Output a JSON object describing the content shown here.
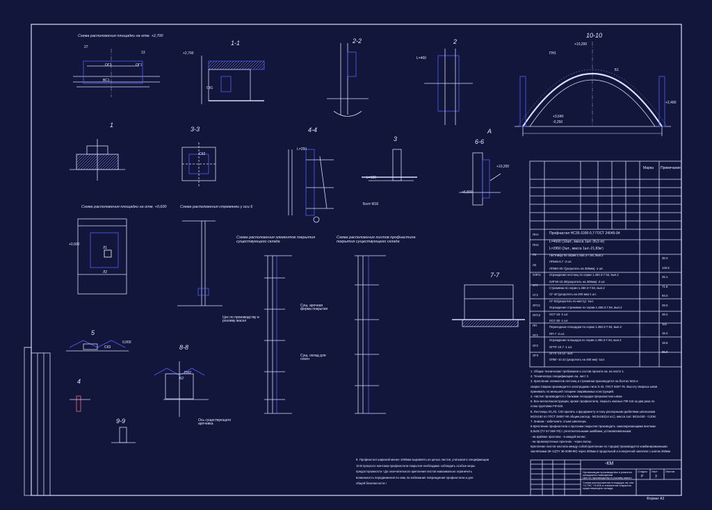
{
  "titles": {
    "plat_2700": "Схема расположения площадки на отм. +2,700",
    "plat_0600": "Схема расположения площадки на отм. +0,600",
    "stremyanki": "Схема расположения стремянки у оси 6",
    "elements_pokr": "Схема расположения элементов покрытия существующего склада",
    "listy_prof": "Схема расположения листов профнастила покрытия существующего склада"
  },
  "sections": [
    "1-1",
    "2-2",
    "2",
    "10-10",
    "1",
    "3-3",
    "4-4",
    "3",
    "6-6",
    "4",
    "7-7",
    "8-8",
    "9-9",
    "5",
    "А"
  ],
  "spec": {
    "header": [
      "Марка",
      "Примечание"
    ],
    "rows": [
      "Лестницы по серии 1.450.3-7.94, вып.2",
      "ЛГВ45-6.7 -2 шт.",
      "ЛГВ60-30.7(укоротить на 300мм) -1 шт.",
      "Ограждения лестниц по серии 1.450.3-7.94, вып.2",
      "ОЛГ60-10.30(укоротить на 300мм) -2 шт.",
      "Стремянки по серии 1.450.3-7.94, вып.2",
      "СГ-40 (укоротить на 200 мм)-1 шт.",
      "СГ-52(укоротить по месту) -1шт.",
      "Ограждения стремянки по серии 1.450.3-7.94, вып.2",
      "ОСГ-18 -1 шт.",
      "ОСГ-30 -1 шт.",
      "Переходные площадки по серии 1.450.3-7.94, вып.2",
      "ПП-7 -2 шт.",
      "Ограждения площадок по серии 1.450.3-7.94, вып.2",
      "ОГПГ-10.7 -1 шт.",
      "ОГПГ-10.12 -1шт.",
      "ОПБГ-10.42 (укоротить на 400 мм) -1шт."
    ],
    "marks": [
      "ПН1",
      "ПН2",
      "Л1",
      "Л2",
      "ОЛП1",
      "СГ1",
      "СГ2",
      "ОГС1",
      "ОГС2",
      "ПП",
      "ОГ1",
      "ОГ2",
      "ОГ3"
    ],
    "masses": [
      "38.3",
      "125.6",
      "25.1",
      "71.6",
      "94.0",
      "29.0",
      "48.2",
      "161",
      "15.2",
      "18.6",
      "55.9"
    ],
    "profnastil": "Профнастил НС35-1000-0,7 ГОСТ 24045-94",
    "pn1": "L=4500  (10шт., масса 1шт.-35,5 кг)",
    "pn2": "L=2950  (2шт., масса 1шт.-21,83кг)"
  },
  "notes": [
    "1. Общие технические требования и состав проекта см. на листе 1.",
    "2. Техническую спецификацию см. лист 2.",
    "3. Крепление элементов лестниц и стремянки производится на болтах М16 и",
    "сварке.Сварка производится электродами типа Э-42, ГОСТ 9467-75. Высоту сварных швов",
    "принимать по меньшей толщине свариваемых конструкций.",
    "4. Настил производится с балками площадки прерывистым швом.",
    "5. Все металлоконструкции, кроме профнастила, покрыть эмалью ПФ-115 за два раза по",
    "слою грунтовки ГФ-020.",
    "6. Лестницы Л1,Л2, СК2 крепить к фундаменту и полу распорными дюбелями шпильками",
    "М12х150 по ГОСТ 28457-90 общим расход - М12х150(14 шт.), масса 1шт. М12х150 - 0,20кг.",
    "7. Знаком - забетонить стыки швеллера.",
    "8.Крепление профнастила к прогонам покрытия производить самонарезающими винтами",
    "8,6х25 (ТУ 67-269-79) с уплотнительными шайбами, устанавливаемыми:",
    "- на крайних прогонах - в каждой волне;",
    "- на промежуточных прогонах - через волну.",
    "Крепление листов настила между собой (крепление по торцам) производится комбинированными",
    "заклёпками ЗК-12(ТУ 36-2088-85) через 300мм в продольной и поперечной заклепки с шагом 250мм"
  ],
  "note9": [
    "9. Профнастил шириной менее 1000мм выравнять из целых листов, учитывая в спецификации",
    "10.В процессе монтажа профнастила покрытия необходимо соблюдать особые меры",
    "предосторожности ! До окончательного крепления листов максимально ограничить",
    "возможность передвижения по ним, во избежание повреждения    профнастила и для",
    "общей безопасности !"
  ],
  "stamp": {
    "code": "-КМ",
    "org": "Организация производства и ремонта складского помещения",
    "object": "Цех по производству и розливу масел",
    "sheet_title": "Схема расположения площадок на отм. +2,700, +0,600 и элементов покрытия существующего склада",
    "stage_label": "Стадия",
    "sheet_label": "Лист",
    "sheets_label": "Листов",
    "stage": "Р",
    "sheet": "3",
    "format": "Формат А3"
  },
  "labels": {
    "vals": [
      "+2,700",
      "+0,600",
      "+10,200",
      "+2,400",
      "+3,640",
      "-0,250",
      "0,000",
      "+10,200",
      "+6,800",
      "27",
      "13",
      "1",
      "ОГ1",
      "ОГ2",
      "ВС1",
      "СК1",
      "СК2",
      "СК3",
      "Л1",
      "Л2",
      "ПН1",
      "ПН2",
      "Б1",
      "Б2",
      "Болт М16",
      "L=100",
      "L=400",
      "L=250",
      "Цех по производству и розливу масел",
      "Ось существующего арочника",
      "Сущ. оклад для сезон",
      "Сущ. арочная ферма покрытия"
    ]
  }
}
